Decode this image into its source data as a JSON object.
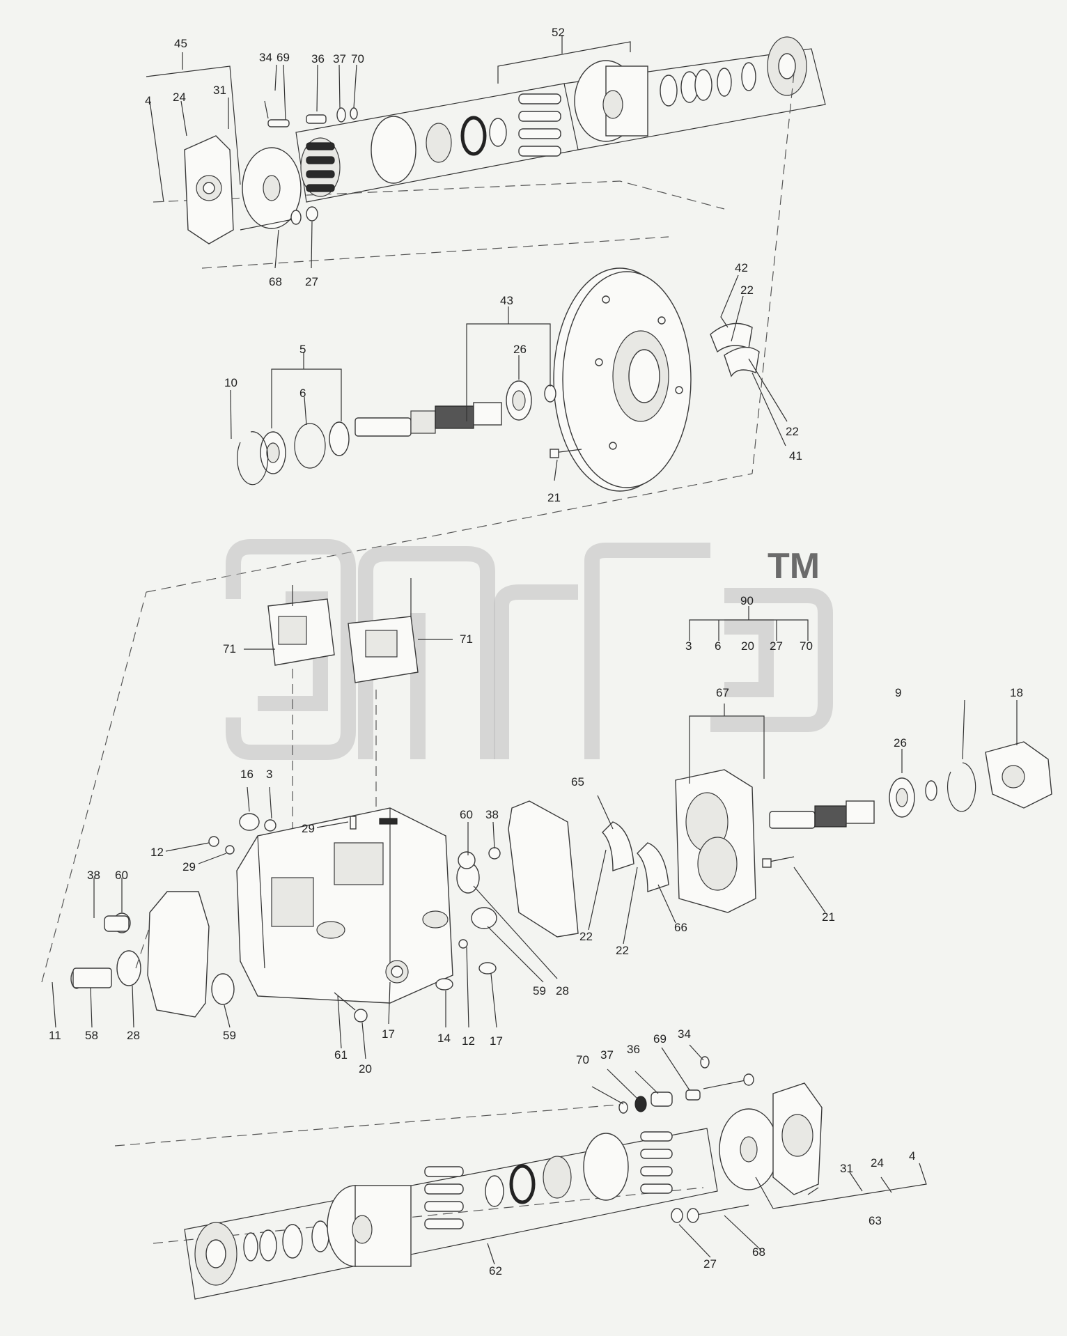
{
  "diagram": {
    "watermark_mark": "TM",
    "callouts": {
      "45": "45",
      "4": "4",
      "24": "24",
      "31": "31",
      "34": "34",
      "69": "69",
      "36": "36",
      "37": "37",
      "70": "70",
      "52": "52",
      "68": "68",
      "27": "27",
      "42": "42",
      "22": "22",
      "43": "43",
      "5": "5",
      "26": "26",
      "10": "10",
      "6": "6",
      "41": "41",
      "21": "21",
      "71": "71",
      "90": "90",
      "3": "3",
      "20": "20",
      "67": "67",
      "9": "9",
      "18": "18",
      "16": "16",
      "29": "29",
      "60": "60",
      "38": "38",
      "65": "65",
      "12": "12",
      "66": "66",
      "59": "59",
      "28": "28",
      "17": "17",
      "14": "14",
      "11": "11",
      "58": "58",
      "61": "61",
      "63": "63",
      "62": "62"
    }
  }
}
